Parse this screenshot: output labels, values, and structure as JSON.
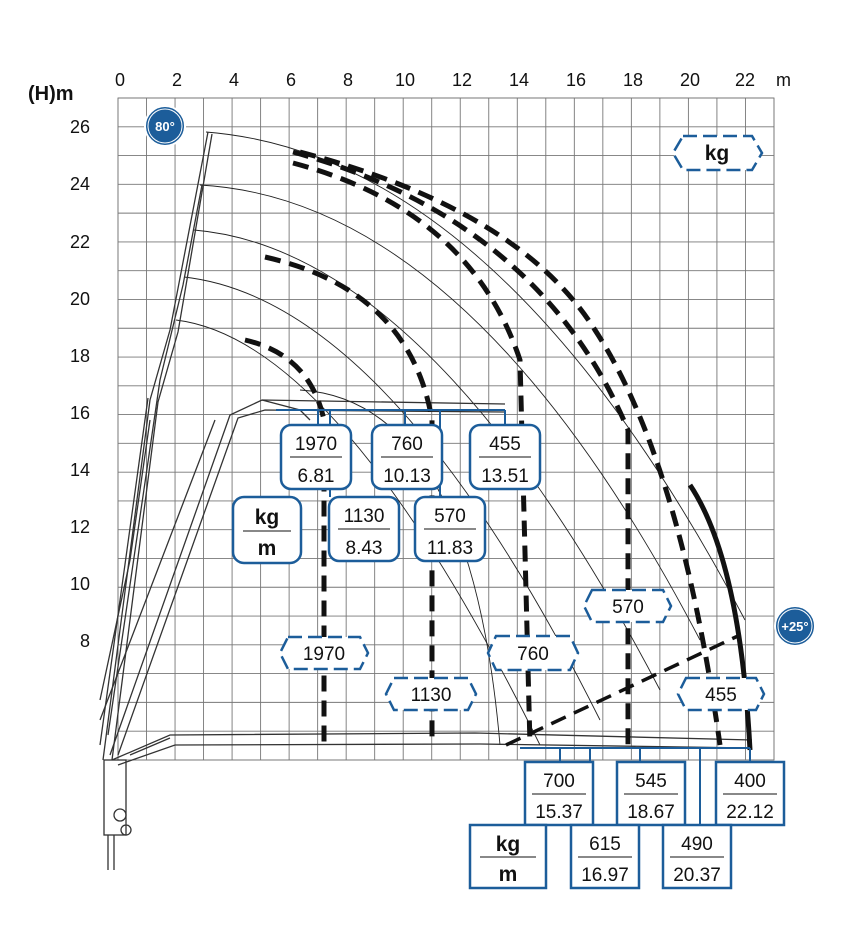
{
  "axes": {
    "x_unit": "m",
    "y_unit": "(H)m",
    "x_ticks": [
      "0",
      "2",
      "4",
      "6",
      "8",
      "10",
      "12",
      "14",
      "16",
      "18",
      "20",
      "22"
    ],
    "y_ticks": [
      "26",
      "24",
      "22",
      "20",
      "18",
      "16",
      "14",
      "12",
      "10",
      "8"
    ]
  },
  "badges": {
    "angle_top": "80°",
    "angle_bottom": "+25°"
  },
  "legend_kg_top": "kg",
  "legend_mid": {
    "kg": "kg",
    "m": "m"
  },
  "legend_bottom": {
    "kg": "kg",
    "m": "m"
  },
  "upper_boxes": [
    {
      "kg": "1970",
      "m": "6.81"
    },
    {
      "kg": "760",
      "m": "10.13"
    },
    {
      "kg": "455",
      "m": "13.51"
    },
    {
      "kg": "1130",
      "m": "8.43"
    },
    {
      "kg": "570",
      "m": "11.83"
    }
  ],
  "curve_labels": [
    "1970",
    "1130",
    "760",
    "570",
    "455"
  ],
  "lower_boxes": [
    {
      "kg": "700",
      "m": "15.37"
    },
    {
      "kg": "545",
      "m": "18.67"
    },
    {
      "kg": "400",
      "m": "22.12"
    },
    {
      "kg": "615",
      "m": "16.97"
    },
    {
      "kg": "490",
      "m": "20.37"
    }
  ]
}
